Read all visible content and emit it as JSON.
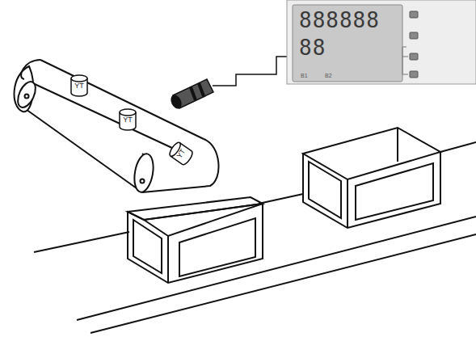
{
  "diagram": {
    "nodes": [
      {
        "text": [
          "888888",
          "88",
          "B1",
          "B2"
        ]
      },
      {
        "text": [
          "YT"
        ]
      },
      {
        "text": [
          "YT"
        ]
      },
      {
        "text": [
          "YT"
        ]
      }
    ]
  }
}
